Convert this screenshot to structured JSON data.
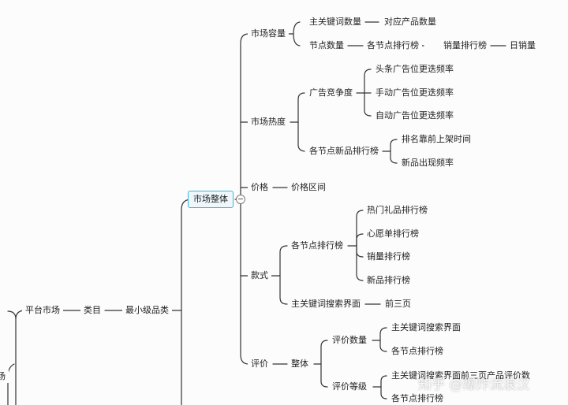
{
  "mindmap": {
    "edge_partial": "场",
    "platform_market": "平台市场",
    "category": "类目",
    "smallest_category": "最小级品类",
    "market_overall": "市场整体",
    "market_capacity": {
      "label": "市场容量",
      "main_keyword_count": "主关键词数量",
      "matching_product_count": "对应产品数量",
      "node_count": "节点数量",
      "node_ranking": "各节点排行榜",
      "sales_ranking": "销量排行榜",
      "daily_sales": "日销量"
    },
    "market_heat": {
      "label": "市场热度",
      "ad_competition": "广告竞争度",
      "top_ad_frequency": "头条广告位更迭频率",
      "manual_ad_frequency": "手动广告位更迭频率",
      "auto_ad_frequency": "自动广告位更迭频率",
      "node_new_ranking": "各节点新品排行榜",
      "top_rank_listing_time": "排名靠前上架时间",
      "new_product_frequency": "新品出现频率"
    },
    "price": {
      "label": "价格",
      "price_range": "价格区间"
    },
    "style": {
      "label": "款式",
      "node_ranking": "各节点排行榜",
      "hot_gift_ranking": "热门礼品排行榜",
      "wishlist_ranking": "心愿单排行榜",
      "sales_ranking": "销量排行榜",
      "new_ranking": "新品排行榜",
      "main_keyword_search_page": "主关键词搜索界面",
      "first_three_pages": "前三页"
    },
    "review": {
      "label": "评价",
      "overall": "整体",
      "review_count": "评价数量",
      "keyword_search_page": "主关键词搜索界面",
      "node_ranking": "各节点排行榜",
      "review_level": "评价等级",
      "level_partial": "主关键词搜索界面前三页产品评价数",
      "level_node_ranking": "各节点排行榜"
    }
  },
  "watermark": "知乎 @爆炸流浪汉",
  "colors": {
    "line": "#333333",
    "root_border": "#3fb5d8",
    "background": "#fcfcfc"
  }
}
